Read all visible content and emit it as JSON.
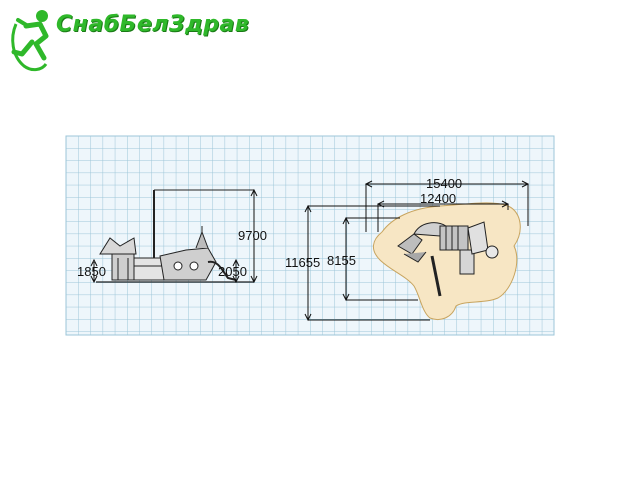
{
  "brand": {
    "name": "СнабБелЗдрав",
    "accent": "#2fb82a",
    "icon": "running-figure-icon"
  },
  "side_view": {
    "height_total": "9700",
    "height_left_platform": "1850",
    "height_right_platform": "2050"
  },
  "top_view": {
    "width_total": "15400",
    "width_inner": "12400",
    "depth_total": "11655",
    "depth_inner": "8155"
  },
  "colors": {
    "grid_fill": "#eef6fb",
    "grid_line": "#9cc6d8",
    "safety_zone": "#f7e6c4"
  }
}
